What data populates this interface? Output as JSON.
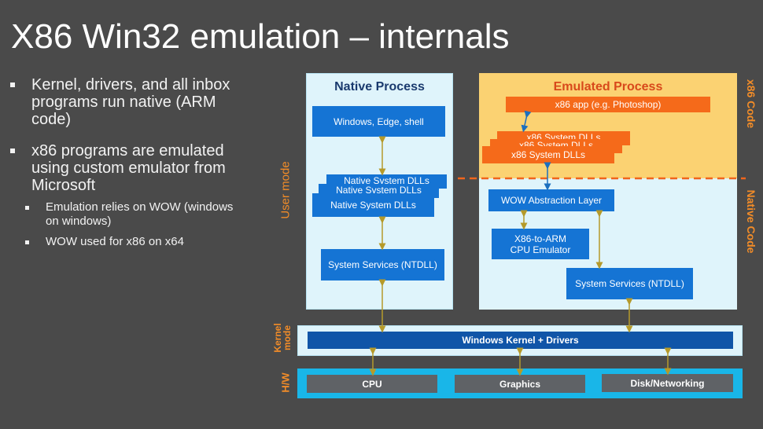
{
  "slide": {
    "title": "X86 Win32 emulation – internals",
    "bullets": [
      "Kernel, drivers, and all inbox programs run native (ARM code)",
      "x86 programs are emulated using custom emulator from Microsoft"
    ],
    "sub_bullets": [
      "Emulation relies on WOW (windows on windows)",
      "WOW used for x86 on x64"
    ]
  },
  "diagram": {
    "native_process": {
      "title": "Native Process",
      "box_top": "Windows, Edge, shell",
      "dlls": "Native System DLLs",
      "services": "System Services (NTDLL)"
    },
    "emulated_process": {
      "title": "Emulated Process",
      "app": "x86 app (e.g. Photoshop)",
      "dlls": "x86 System DLLs",
      "wow": "WOW Abstraction Layer",
      "emulator_line1": "X86-to-ARM",
      "emulator_line2": "CPU Emulator",
      "services": "System Services (NTDLL)"
    },
    "labels": {
      "user_mode": "User mode",
      "kernel_mode_line1": "Kernel",
      "kernel_mode_line2": "mode",
      "hw": "H/W",
      "x86_code": "x86 Code",
      "native_code": "Native Code"
    },
    "kernel": "Windows Kernel + Drivers",
    "hardware": [
      "CPU",
      "Graphics",
      "Disk/Networking"
    ]
  },
  "colors": {
    "background": "#4a4a4a",
    "panel_light_blue": "#dff4fb",
    "panel_yellow": "#fbd272",
    "box_blue": "#1574d4",
    "box_orange": "#f56a1a",
    "kernel_bar": "#1055a8",
    "hw_band": "#19b6e8",
    "hw_box": "#5f6266",
    "accent_orange": "#f28c28"
  }
}
